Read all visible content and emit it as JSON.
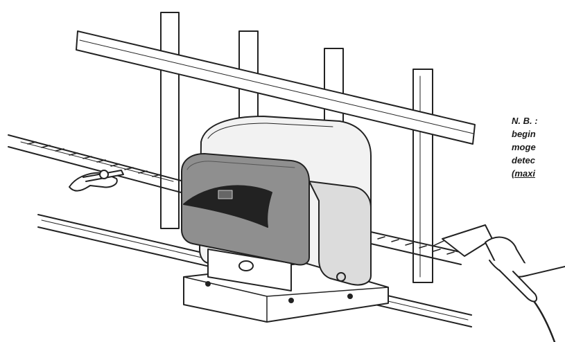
{
  "note": {
    "lines": [
      "N. B. :",
      "begin",
      "moge",
      "detec",
      "(maxi"
    ]
  }
}
